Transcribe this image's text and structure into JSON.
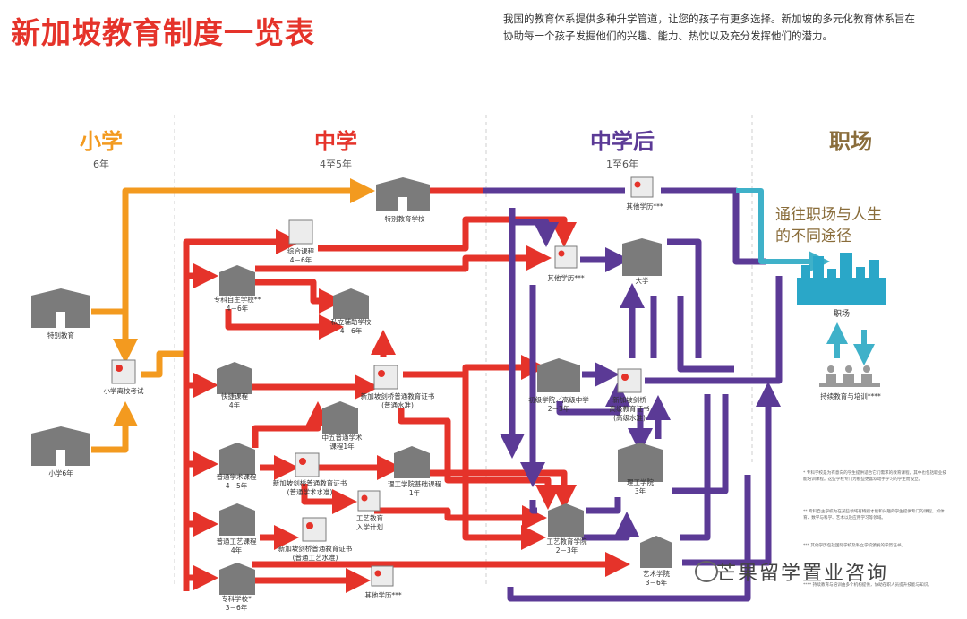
{
  "header": {
    "title": "新加坡教育制度一览表",
    "intro_line1": "我国的教育体系提供多种升学管道，让您的孩子有更多选择。新加坡的多元化教育体系旨在",
    "intro_line2": "协助每一个孩子发掘他们的兴趣、能力、热忱以及充分发挥他们的潜力。"
  },
  "stages": [
    {
      "name": "小学",
      "years": "6年",
      "color": "#f39a1f"
    },
    {
      "name": "中学",
      "years": "4至5年",
      "color": "#e5332a"
    },
    {
      "name": "中学后",
      "years": "1至6年",
      "color": "#5b3a96"
    },
    {
      "name": "职场",
      "years": "",
      "color": "#8a6d3b"
    }
  ],
  "nodes": {
    "special_ed": "特别教育",
    "primary6": "小学6年",
    "psle": "小学离校考试",
    "special_school": "特别教育学校",
    "integrated": "综合课程",
    "integrated_years": "4－6年",
    "specialised_indep": "专科自主学校**",
    "specialised_indep_years": "4－6年",
    "private_funded": "私立辅助学校",
    "private_funded_years": "4－6年",
    "express": "快捷课程",
    "express_years": "4年",
    "o_level": "新加坡剑桥普通教育证书",
    "o_level_sub": "(普通水准)",
    "sec5_na": "中五普通学术",
    "sec5_na_sub": "课程1年",
    "normal_academic": "普通学术课程",
    "normal_academic_years": "4－5年",
    "n_level_a": "新加坡剑桥普通教育证书",
    "n_level_a_sub": "(普通学术水准)",
    "poly_foundation": "理工学院基础课程",
    "poly_foundation_years": "1年",
    "dpp": "工艺教育",
    "dpp_sub": "入学计划",
    "normal_technical": "普通工艺课程",
    "normal_technical_years": "4年",
    "n_level_t": "新加坡剑桥普通教育证书",
    "n_level_t_sub": "(普通工艺水准)",
    "specialised_school": "专科学校*",
    "specialised_school_years": "3－6年",
    "other_quals_bottom": "其他学历***",
    "other_quals_top": "其他学历***",
    "other_quals_mid": "其他学历***",
    "university": "大学",
    "jc": "初级学院／高级中学",
    "jc_years": "2－3年",
    "a_level": "新加坡剑桥",
    "a_level_sub1": "高级教育证书",
    "a_level_sub2": "(高级水准)",
    "poly": "理工学院",
    "poly_years": "3年",
    "ite": "工艺教育学院",
    "ite_years": "2－3年",
    "arts": "艺术学院",
    "arts_years": "3－6年",
    "workplace": "职场",
    "continuing": "持续教育与培训****"
  },
  "career_text_1": "通往职场与人生",
  "career_text_2": "的不同途径",
  "notes": [
    {
      "mark": "*",
      "text": "专科学校是为有意向的学生提供适合它们需求的教育课程，其中也包括职业技能培训课程。这些学校专门为那些更喜欢动手学习的学生而设立。"
    },
    {
      "mark": "**",
      "text": "专科自主学校为在某些领域有特别才能和兴趣的学生提供专门的课程，如体育、数学与科学、艺术以及应用学习等领域。"
    },
    {
      "mark": "***",
      "text": "其他学历包括国际学校及私立学校颁发的学历证书。"
    },
    {
      "mark": "****",
      "text": "持续教育与培训由多个机构提供，协助在职人员提升技能与知识。"
    }
  ],
  "watermark": "芒果留学置业咨询",
  "colors": {
    "primary": "#f39a1f",
    "secondary": "#e5332a",
    "post_secondary": "#5b3a96",
    "career": "#3fb1c9",
    "building": "#7b7b7b"
  }
}
